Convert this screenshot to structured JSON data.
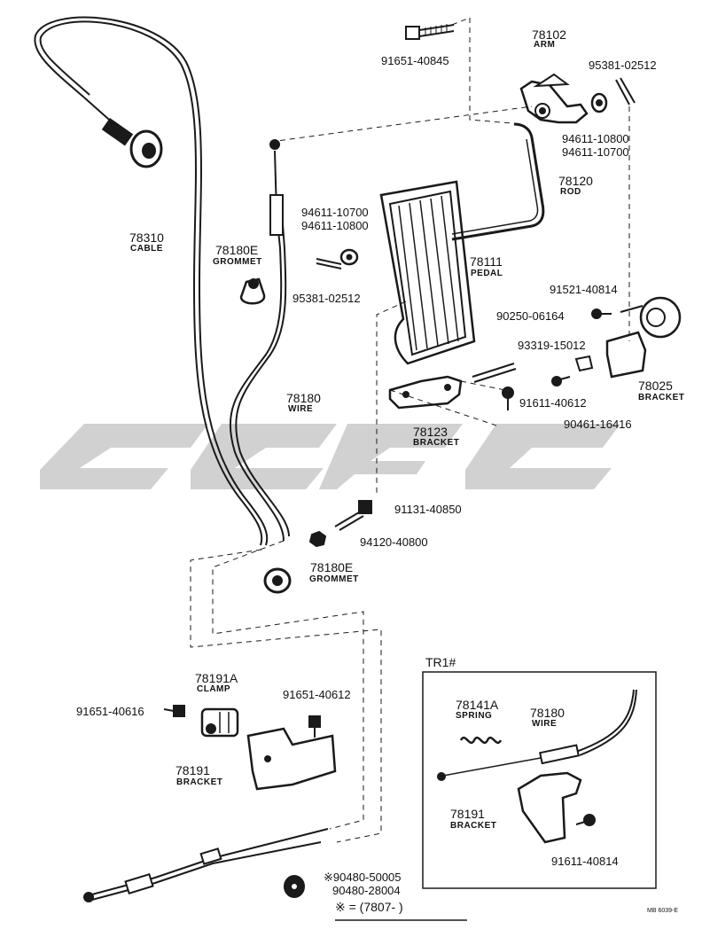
{
  "labels": {
    "bolt_arm": "91651-40845",
    "arm_num": "78102",
    "arm_name": "ARM",
    "pin_top": "95381-02512",
    "washer_r1": "94611-10800",
    "washer_r2": "94611-10700",
    "rod_num": "78120",
    "rod_name": "ROD",
    "cable_num": "78310",
    "cable_name": "CABLE",
    "grommet_top_num": "78180E",
    "grommet_top_name": "GROMMET",
    "washer_l1": "94611-10700",
    "washer_l2": "94611-10800",
    "pedal_num": "78111",
    "pedal_name": "PEDAL",
    "pin_left": "95381-02512",
    "bolt_br1": "91521-40814",
    "pin_long": "90250-06164",
    "screw_93319": "93319-15012",
    "bracket_r_num": "78025",
    "bracket_r_name": "BRACKET",
    "bolt_91611": "91611-40612",
    "clip_90461": "90461-16416",
    "wire_num": "78180",
    "wire_name": "WIRE",
    "bracket_c_num": "78123",
    "bracket_c_name": "BRACKET",
    "bolt_long": "91131-40850",
    "nut": "94120-40800",
    "grommet_bot_num": "78180E",
    "grommet_bot_name": "GROMMET",
    "inset_title": "TR1#",
    "clamp_num": "78191A",
    "clamp_name": "CLAMP",
    "bolt_clamp_r": "91651-40612",
    "bolt_clamp_l": "91651-40616",
    "bracket_b_num": "78191",
    "bracket_b_name": "BRACKET",
    "spring_num": "78141A",
    "spring_name": "SPRING",
    "inset_wire_num": "78180",
    "inset_wire_name": "WIRE",
    "inset_bracket_num": "78191",
    "inset_bracket_name": "BRACKET",
    "inset_bolt": "91611-40814",
    "grom_bot_a": "※90480-50005",
    "grom_bot_b": "90480-28004",
    "note": "※ = (7807-      )",
    "ref_code": "MB 6039-E"
  },
  "colors": {
    "line": "#1a1a1a",
    "watermark": "#c8c8c8",
    "background": "#ffffff"
  }
}
